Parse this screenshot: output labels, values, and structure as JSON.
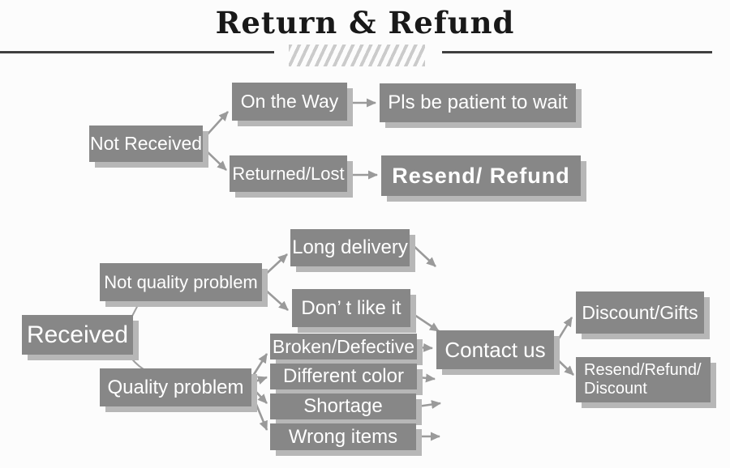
{
  "title": "Return & Refund",
  "colors": {
    "box": "#878787",
    "box_shadow": "#b7b7b7",
    "box_text": "#ffffff",
    "arrow": "#9a9a9a",
    "connector": "#9f9f9f",
    "title_text": "#191919",
    "divider": "#3f3f3f",
    "hatch": "#cbcbcb",
    "background": "#fcfcfc"
  },
  "flow_not_received": {
    "root": "Not Received",
    "on_the_way": "On the Way",
    "pls_wait": "Pls be patient to wait",
    "returned_lost": "Returned/Lost",
    "resend_refund": "Resend/ Refund"
  },
  "flow_received": {
    "root": "Received",
    "not_quality_problem": "Not quality problem",
    "long_delivery": "Long delivery",
    "dont_like_it": "Don’ t like it",
    "quality_problem": "Quality problem",
    "broken_defective": "Broken/Defective",
    "different_color": "Different color",
    "shortage": "Shortage",
    "wrong_items": "Wrong items",
    "contact_us": "Contact us",
    "discount_gifts": "Discount/Gifts",
    "resend_refund_discount_line1": "Resend/Refund/",
    "resend_refund_discount_line2": "Discount"
  }
}
